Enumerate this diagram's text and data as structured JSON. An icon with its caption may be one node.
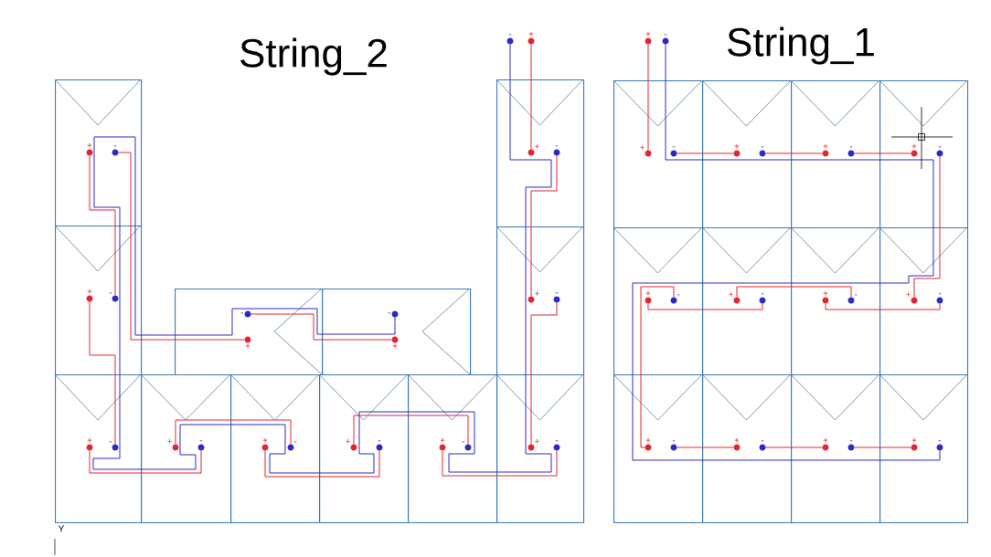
{
  "diagram": {
    "nodes": [
      {
        "text": [
          "-"
        ]
      },
      {
        "text": [
          "+"
        ]
      },
      {
        "text": [
          "+"
        ]
      },
      {
        "text": [
          "-"
        ]
      },
      {
        "text": [],
        "shape": "box"
      },
      {
        "text": [
          "+"
        ],
        "in": 4
      },
      {
        "text": [
          "-"
        ],
        "in": 4
      },
      {
        "text": [],
        "shape": "box"
      },
      {
        "text": [
          "+"
        ],
        "in": 7
      },
      {
        "text": [
          "-"
        ],
        "in": 7
      },
      {
        "text": [],
        "shape": "box"
      },
      {
        "text": [
          "+"
        ],
        "in": 10
      },
      {
        "text": [
          "-"
        ],
        "in": 10
      },
      {
        "text": [],
        "shape": "box"
      },
      {
        "text": [
          "+"
        ],
        "in": 13
      },
      {
        "text": [
          "-"
        ],
        "in": 13
      },
      {
        "text": [],
        "shape": "box"
      },
      {
        "text": [
          "+"
        ],
        "in": 16
      },
      {
        "text": [
          "-"
        ],
        "in": 16
      },
      {
        "text": [],
        "shape": "box"
      },
      {
        "text": [
          "+"
        ],
        "in": 19
      },
      {
        "text": [
          "-"
        ],
        "in": 19
      },
      {
        "text": [],
        "shape": "box"
      },
      {
        "text": [
          "+"
        ],
        "in": 22
      },
      {
        "text": [
          "-"
        ],
        "in": 22
      },
      {
        "text": [],
        "shape": "box"
      },
      {
        "text": [
          "-"
        ],
        "in": 25
      },
      {
        "text": [
          "+"
        ],
        "in": 25
      },
      {
        "text": [],
        "shape": "box"
      },
      {
        "text": [
          "-"
        ],
        "in": 28
      },
      {
        "text": [
          "+"
        ],
        "in": 28
      },
      {
        "text": [],
        "shape": "box"
      },
      {
        "text": [
          "+"
        ],
        "in": 31
      },
      {
        "text": [
          "-"
        ],
        "in": 31
      },
      {
        "text": [],
        "shape": "box"
      },
      {
        "text": [
          "+"
        ],
        "in": 34
      },
      {
        "text": [
          "-"
        ],
        "in": 34
      },
      {
        "text": [],
        "shape": "box"
      },
      {
        "text": [
          "+"
        ],
        "in": 37
      },
      {
        "text": [
          "-"
        ],
        "in": 37
      },
      {
        "text": [],
        "shape": "box"
      },
      {
        "text": [
          "+"
        ],
        "in": 40
      },
      {
        "text": [
          "-"
        ],
        "in": 40
      },
      {
        "text": [],
        "shape": "box"
      },
      {
        "text": [
          "+"
        ],
        "in": 43
      },
      {
        "text": [
          "-"
        ],
        "in": 43
      },
      {
        "text": [],
        "shape": "box"
      },
      {
        "text": [
          "+"
        ],
        "in": 46
      },
      {
        "text": [
          "-"
        ],
        "in": 46
      },
      {
        "text": [],
        "shape": "box"
      },
      {
        "text": [
          "+"
        ],
        "in": 49
      },
      {
        "text": [
          "-"
        ],
        "in": 49
      },
      {
        "text": [],
        "shape": "box"
      },
      {
        "text": [
          "+"
        ],
        "in": 52
      },
      {
        "text": [
          "-"
        ],
        "in": 52
      },
      {
        "text": [],
        "shape": "box"
      },
      {
        "text": [
          "+"
        ],
        "in": 55
      },
      {
        "text": [
          "-"
        ],
        "in": 55
      },
      {
        "text": [],
        "shape": "box"
      },
      {
        "text": [
          "+"
        ],
        "in": 58
      },
      {
        "text": [
          "-"
        ],
        "in": 58
      },
      {
        "text": [],
        "shape": "box"
      },
      {
        "text": [
          "+"
        ],
        "in": 61
      },
      {
        "text": [
          "-"
        ],
        "in": 61
      },
      {
        "text": [],
        "shape": "box"
      },
      {
        "text": [
          "+"
        ],
        "in": 64
      },
      {
        "text": [
          "-"
        ],
        "in": 64
      },
      {
        "text": [],
        "shape": "box"
      },
      {
        "text": [
          "+"
        ],
        "in": 67
      },
      {
        "text": [
          "-"
        ],
        "in": 67
      },
      {
        "text": [],
        "shape": "box"
      },
      {
        "text": [
          "+"
        ],
        "in": 70
      },
      {
        "text": [
          "-"
        ],
        "in": 70
      },
      {
        "text": [],
        "shape": "box"
      },
      {
        "text": [
          "+"
        ],
        "in": 73
      },
      {
        "text": [
          "-"
        ],
        "in": 73
      }
    ],
    "edges": [
      {
        "from": 1,
        "to": 8,
        "arrow": "none",
        "color": "#e3262e"
      },
      {
        "from": 9,
        "to": 32,
        "arrow": "none",
        "color": "#e3262e"
      },
      {
        "from": 33,
        "to": 62,
        "arrow": "none",
        "color": "#e3262e"
      },
      {
        "from": 63,
        "to": 59,
        "arrow": "none",
        "color": "#e3262e"
      },
      {
        "from": 60,
        "to": 56,
        "arrow": "none",
        "color": "#e3262e"
      },
      {
        "from": 57,
        "to": 53,
        "arrow": "none",
        "color": "#e3262e"
      },
      {
        "from": 54,
        "to": 50,
        "arrow": "none",
        "color": "#e3262e"
      },
      {
        "from": 51,
        "to": 47,
        "arrow": "none",
        "color": "#e3262e"
      },
      {
        "from": 48,
        "to": 23,
        "arrow": "none",
        "color": "#e3262e"
      },
      {
        "from": 24,
        "to": 5,
        "arrow": "none",
        "color": "#e3262e"
      },
      {
        "from": 6,
        "to": 27,
        "arrow": "none",
        "color": "#e3262e"
      },
      {
        "from": 26,
        "to": 30,
        "arrow": "none",
        "color": "#e3262e"
      },
      {
        "from": 29,
        "to": 0,
        "arrow": "none",
        "color": "#2b2bc4"
      },
      {
        "from": 2,
        "to": 11,
        "arrow": "none",
        "color": "#e3262e"
      },
      {
        "from": 12,
        "to": 14,
        "arrow": "none",
        "color": "#e3262e"
      },
      {
        "from": 15,
        "to": 17,
        "arrow": "none",
        "color": "#e3262e"
      },
      {
        "from": 18,
        "to": 20,
        "arrow": "none",
        "color": "#e3262e"
      },
      {
        "from": 21,
        "to": 44,
        "arrow": "none",
        "color": "#e3262e"
      },
      {
        "from": 45,
        "to": 41,
        "arrow": "none",
        "color": "#e3262e"
      },
      {
        "from": 42,
        "to": 38,
        "arrow": "none",
        "color": "#e3262e"
      },
      {
        "from": 39,
        "to": 35,
        "arrow": "none",
        "color": "#e3262e"
      },
      {
        "from": 36,
        "to": 65,
        "arrow": "none",
        "color": "#e3262e"
      },
      {
        "from": 66,
        "to": 68,
        "arrow": "none",
        "color": "#e3262e"
      },
      {
        "from": 69,
        "to": 71,
        "arrow": "none",
        "color": "#e3262e"
      },
      {
        "from": 72,
        "to": 74,
        "arrow": "none",
        "color": "#e3262e"
      },
      {
        "from": 75,
        "to": 3,
        "arrow": "none",
        "color": "#2b2bc4"
      }
    ],
    "labels": [
      "String_2",
      "String_1",
      "Y"
    ]
  }
}
